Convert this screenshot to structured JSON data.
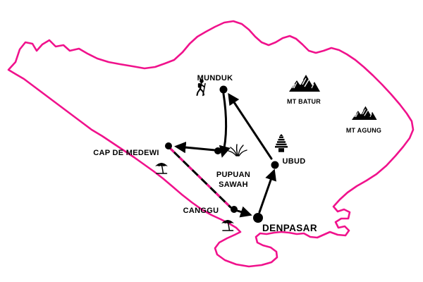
{
  "colors": {
    "coastline": "#F0128C",
    "dashed_overlay": "#F0128C",
    "route": "#000000",
    "background": "#FFFFFF"
  },
  "map": {
    "locations": {
      "munduk": {
        "label": "MUNDUK"
      },
      "cap_de_medewi": {
        "label": "CAP DE MEDEWI"
      },
      "pupuan_sawah": {
        "label_line1": "PUPUAN",
        "label_line2": "SAWAH"
      },
      "ubud": {
        "label": "UBUD"
      },
      "canggu": {
        "label": "CANGGU"
      },
      "denpasar": {
        "label": "DENPASAR"
      }
    },
    "landmarks": {
      "mt_batur": {
        "label": "MT BATUR"
      },
      "mt_agung": {
        "label": "MT AGUNG"
      }
    },
    "route_segments": [
      {
        "from": "DENPASAR",
        "to": "UBUD"
      },
      {
        "from": "UBUD",
        "to": "MUNDUK"
      },
      {
        "from": "MUNDUK",
        "to": "PUPUAN SAWAH"
      },
      {
        "from": "PUPUAN SAWAH",
        "to": "CAP DE MEDEWI"
      },
      {
        "from": "CAP DE MEDEWI",
        "to": "CANGGU"
      },
      {
        "from": "CANGGU",
        "to": "DENPASAR"
      }
    ]
  }
}
